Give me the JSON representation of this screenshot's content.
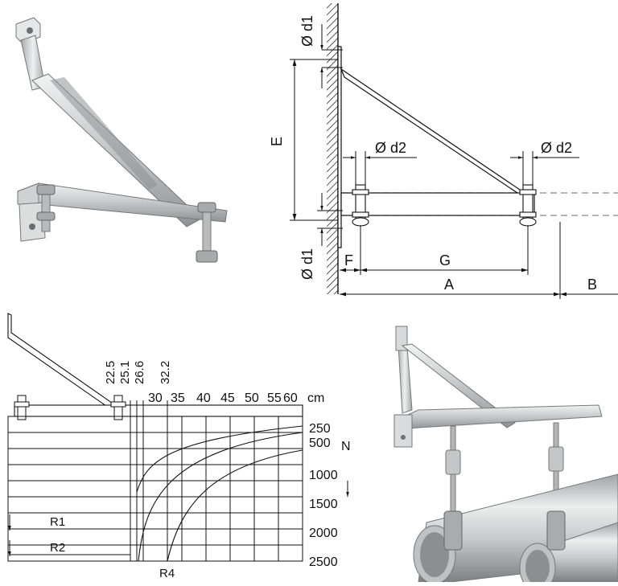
{
  "technical_drawing": {
    "dimension_labels": {
      "d1_top": "Ø d1",
      "d1_bottom": "Ø d1",
      "E": "E",
      "d2_left": "Ø d2",
      "d2_right": "Ø d2",
      "F": "F",
      "G": "G",
      "A": "A",
      "B": "B"
    }
  },
  "load_chart": {
    "top_marks": [
      "22.5",
      "25.1",
      "26.6",
      "32.2"
    ],
    "distance_scale": {
      "values": [
        "30",
        "35",
        "40",
        "45",
        "50",
        "55",
        "60"
      ],
      "unit": "cm"
    },
    "load_scale": {
      "values": [
        "250",
        "500",
        "1000",
        "1500",
        "2000",
        "2500"
      ],
      "unit": "N"
    },
    "curve_labels": [
      "R1",
      "R2",
      "R4"
    ]
  },
  "colors": {
    "line": "#111111",
    "steel_light": "#d9dadb",
    "steel_mid": "#b7b9bb",
    "steel_dark": "#8d9093",
    "steel_shadow": "#6e7173"
  },
  "icons": [
    "bracket-photo",
    "bracket-with-pipes-photo"
  ]
}
